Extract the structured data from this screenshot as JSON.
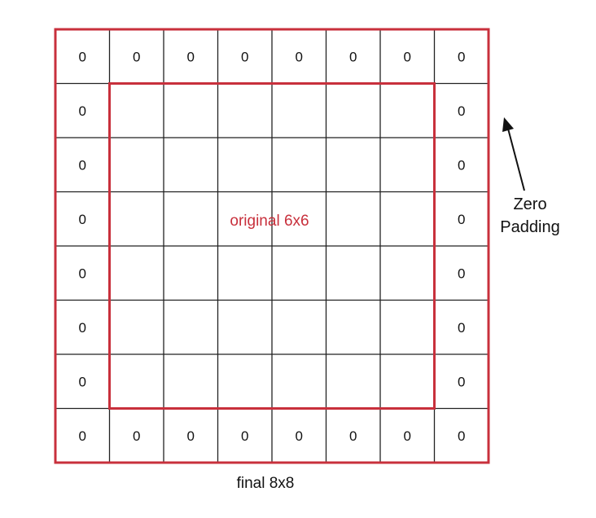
{
  "colors": {
    "border": "#c8303c",
    "grid": "#222222",
    "text": "#111111"
  },
  "grid": {
    "rows": 8,
    "cols": 8,
    "padding_value": "0"
  },
  "inner_label": "original 6x6",
  "annotation": {
    "line1": "Zero",
    "line2": "Padding"
  },
  "caption": "final 8x8"
}
